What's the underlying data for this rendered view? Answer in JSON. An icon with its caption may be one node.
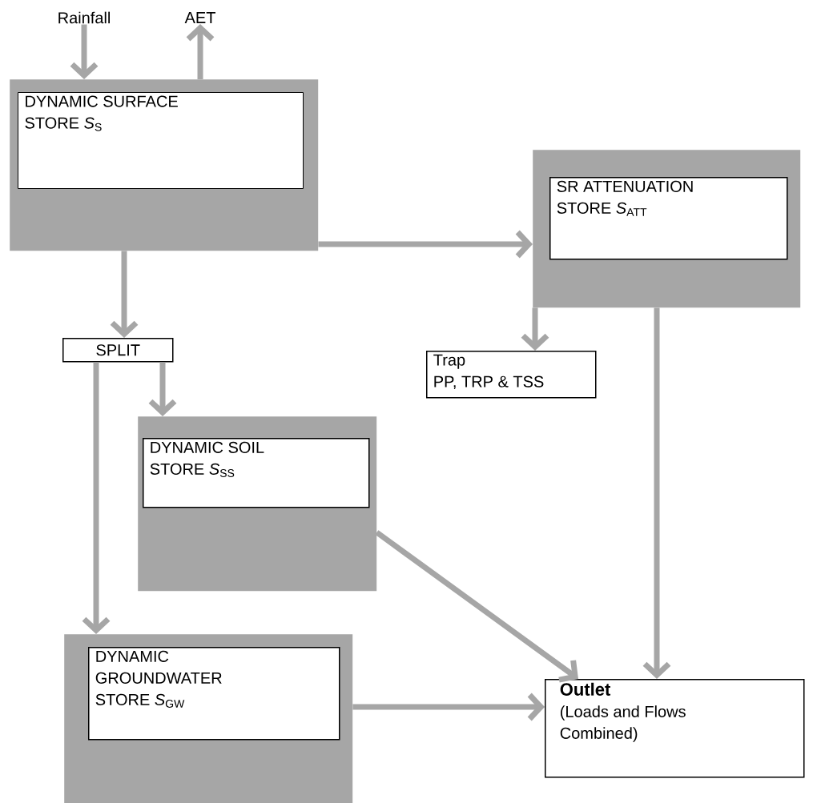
{
  "diagram": {
    "nodes": [
      {
        "text": [
          "Rainfall"
        ]
      },
      {
        "text": [
          "AET"
        ]
      },
      {
        "text": [],
        "shape": "box"
      },
      {
        "text": [
          "DYNAMIC SURFACE STORE   *S*$_{S}$"
        ],
        "in": 2
      },
      {
        "text": [],
        "shape": "box"
      },
      {
        "text": [
          "SR ATTENUATION STORE *S*$_{ATT}$"
        ],
        "in": 4
      },
      {
        "text": [
          "SPLIT"
        ]
      },
      {
        "text": [
          "Trap",
          "PP, TRP & TSS"
        ]
      },
      {
        "text": [],
        "shape": "box"
      },
      {
        "text": [
          "DYNAMIC SOIL STORE *S*$_{SS}$"
        ],
        "in": 8
      },
      {
        "text": [],
        "shape": "box"
      },
      {
        "text": [
          "DYNAMIC GROUNDWATER STORE *S*$_{GW}$"
        ],
        "in": 10
      },
      {
        "text": [
          "Outlet",
          "(Loads and Flows Combined)"
        ]
      }
    ],
    "edges": [
      {
        "from": 0,
        "to": 2,
        "arrow": "to"
      },
      {
        "from": 2,
        "to": 1,
        "arrow": "to"
      },
      {
        "from": 2,
        "to": 4,
        "arrow": "to"
      },
      {
        "from": 2,
        "to": 6,
        "arrow": "to"
      },
      {
        "from": 4,
        "to": 7,
        "arrow": "to"
      },
      {
        "from": 4,
        "to": 12,
        "arrow": "to"
      },
      {
        "from": 6,
        "to": 10,
        "arrow": "to"
      },
      {
        "from": 6,
        "to": 8,
        "arrow": "to"
      },
      {
        "from": 8,
        "to": 12,
        "arrow": "to"
      },
      {
        "from": 10,
        "to": 12,
        "arrow": "to"
      }
    ]
  }
}
